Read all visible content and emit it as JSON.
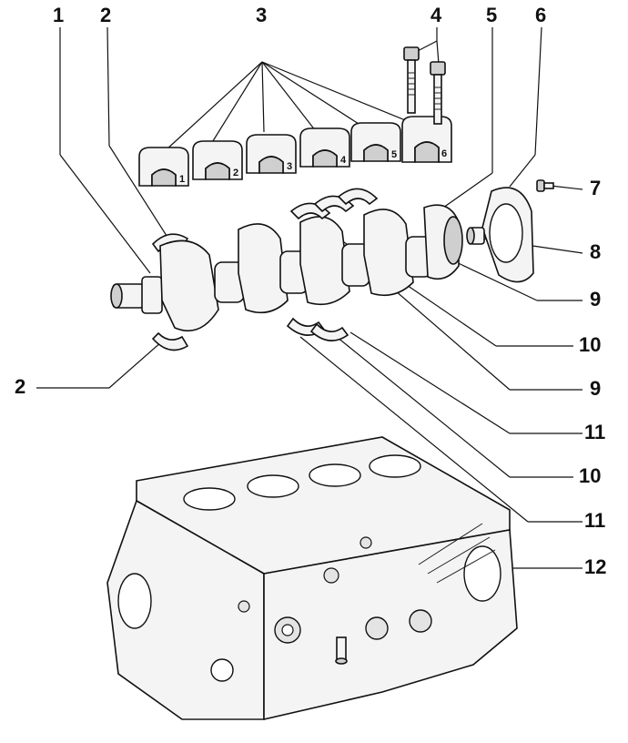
{
  "callouts": [
    {
      "id": "c1",
      "label": "1"
    },
    {
      "id": "c2a",
      "label": "2"
    },
    {
      "id": "c3",
      "label": "3"
    },
    {
      "id": "c4",
      "label": "4"
    },
    {
      "id": "c5",
      "label": "5"
    },
    {
      "id": "c6",
      "label": "6"
    },
    {
      "id": "c7",
      "label": "7"
    },
    {
      "id": "c8",
      "label": "8"
    },
    {
      "id": "c9a",
      "label": "9"
    },
    {
      "id": "c10a",
      "label": "10"
    },
    {
      "id": "c9b",
      "label": "9"
    },
    {
      "id": "c11a",
      "label": "11"
    },
    {
      "id": "c10b",
      "label": "10"
    },
    {
      "id": "c11b",
      "label": "11"
    },
    {
      "id": "c12",
      "label": "12"
    },
    {
      "id": "c2b",
      "label": "2"
    }
  ],
  "bearing_cap_numbers": [
    "1",
    "2",
    "3",
    "4",
    "5",
    "6"
  ]
}
